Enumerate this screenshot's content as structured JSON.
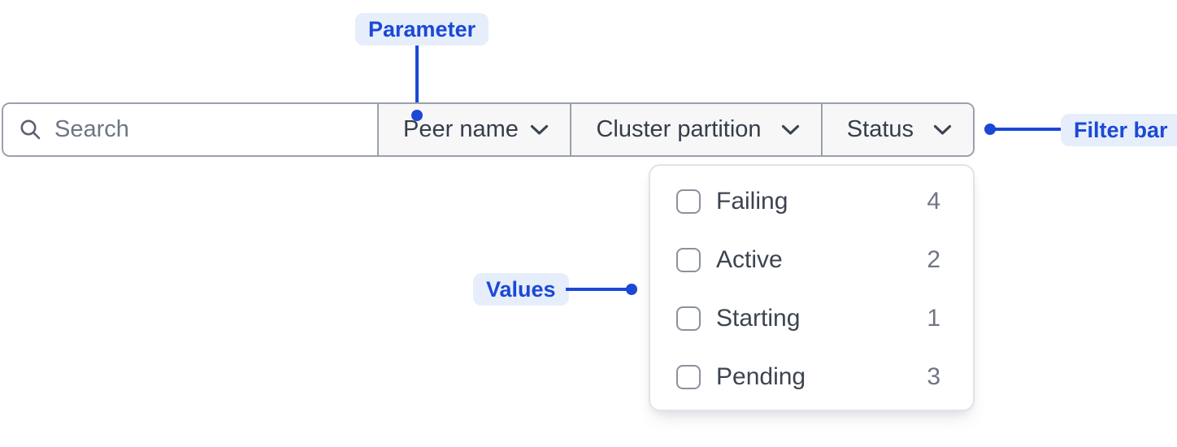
{
  "annotations": {
    "parameter": "Parameter",
    "filter_bar": "Filter bar",
    "values": "Values"
  },
  "filter_bar": {
    "search": {
      "placeholder": "Search"
    },
    "dropdowns": [
      {
        "label": "Peer name"
      },
      {
        "label": "Cluster partition"
      },
      {
        "label": "Status"
      }
    ]
  },
  "status_menu": {
    "options": [
      {
        "label": "Failing",
        "count": "4",
        "checked": false
      },
      {
        "label": "Active",
        "count": "2",
        "checked": false
      },
      {
        "label": "Starting",
        "count": "1",
        "checked": false
      },
      {
        "label": "Pending",
        "count": "3",
        "checked": false
      }
    ]
  },
  "colors": {
    "annotation_blue": "#1b49d6",
    "annotation_pill_bg": "#e7eefb",
    "bar_border": "#9aa0ab",
    "segment_bg": "#f7f7f8",
    "text_dark": "#363d4a",
    "text_muted": "#6f7582",
    "panel_border": "#e1e3e8",
    "checkbox_border": "#8b919d"
  }
}
